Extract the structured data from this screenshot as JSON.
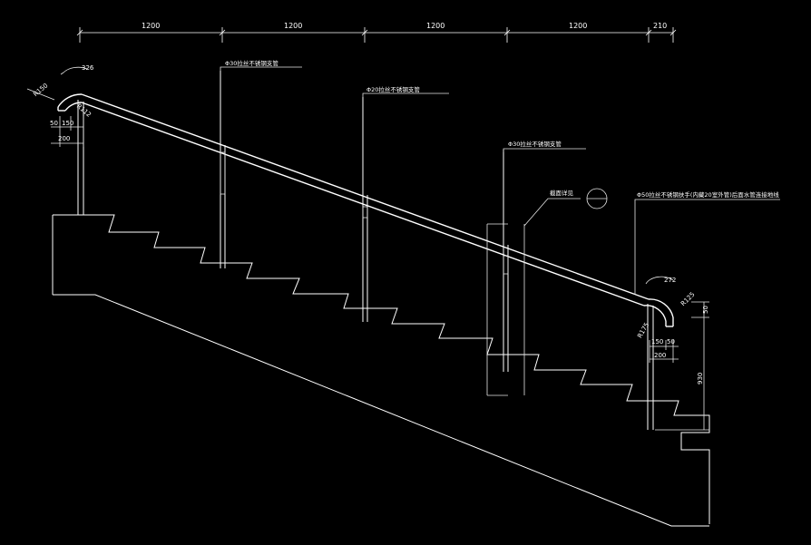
{
  "dimensions": {
    "top": [
      "1200",
      "1200",
      "1200",
      "1200",
      "210"
    ],
    "left_radius": "R150",
    "left_angle": "R112",
    "left_arc": "326",
    "left_w50": "50",
    "left_w150": "150",
    "left_w200": "200",
    "right_arc": "272",
    "right_r1": "R175",
    "right_r2": "R125",
    "right_w150": "150",
    "right_w50": "50",
    "right_w200": "200",
    "right_h50": "50",
    "right_h930": "930"
  },
  "callouts": {
    "post1": "Φ30拉丝不锈钢支管",
    "post2": "Φ20拉丝不锈钢支管",
    "post3": "Φ30拉丝不锈钢支管",
    "section": "截面详见",
    "handrail": "Φ50拉丝不锈钢扶手(内藏20室外管)后面水管连接地线",
    "detail_top": "",
    "detail_bottom": ""
  }
}
